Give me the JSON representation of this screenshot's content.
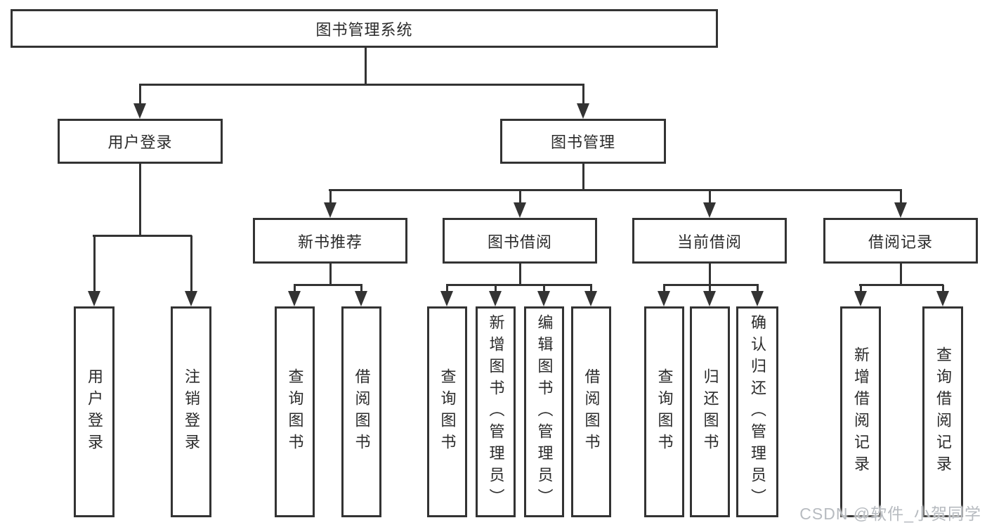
{
  "tree": {
    "label": "图书管理系统",
    "children": [
      {
        "label": "用户登录",
        "children": [
          {
            "label": "用户登录"
          },
          {
            "label": "注销登录"
          }
        ]
      },
      {
        "label": "图书管理",
        "children": [
          {
            "label": "新书推荐",
            "children": [
              {
                "label": "查询图书"
              },
              {
                "label": "借阅图书"
              }
            ]
          },
          {
            "label": "图书借阅",
            "children": [
              {
                "label": "查询图书"
              },
              {
                "label": "新增图书（管理员）"
              },
              {
                "label": "编辑图书（管理员）"
              },
              {
                "label": "借阅图书"
              }
            ]
          },
          {
            "label": "当前借阅",
            "children": [
              {
                "label": "查询图书"
              },
              {
                "label": "归还图书"
              },
              {
                "label": "确认归还（管理员）"
              }
            ]
          },
          {
            "label": "借阅记录",
            "children": [
              {
                "label": "新增借阅记录"
              },
              {
                "label": "查询借阅记录"
              }
            ]
          }
        ]
      }
    ]
  },
  "watermark": {
    "text": "CSDN @软件_小贺同学"
  },
  "colors": {
    "line": "#333333",
    "box_border": "#333333",
    "box_fill": "#ffffff",
    "background": "#ffffff",
    "text": "#2b2b2b",
    "watermark": "#b7bbc0"
  }
}
